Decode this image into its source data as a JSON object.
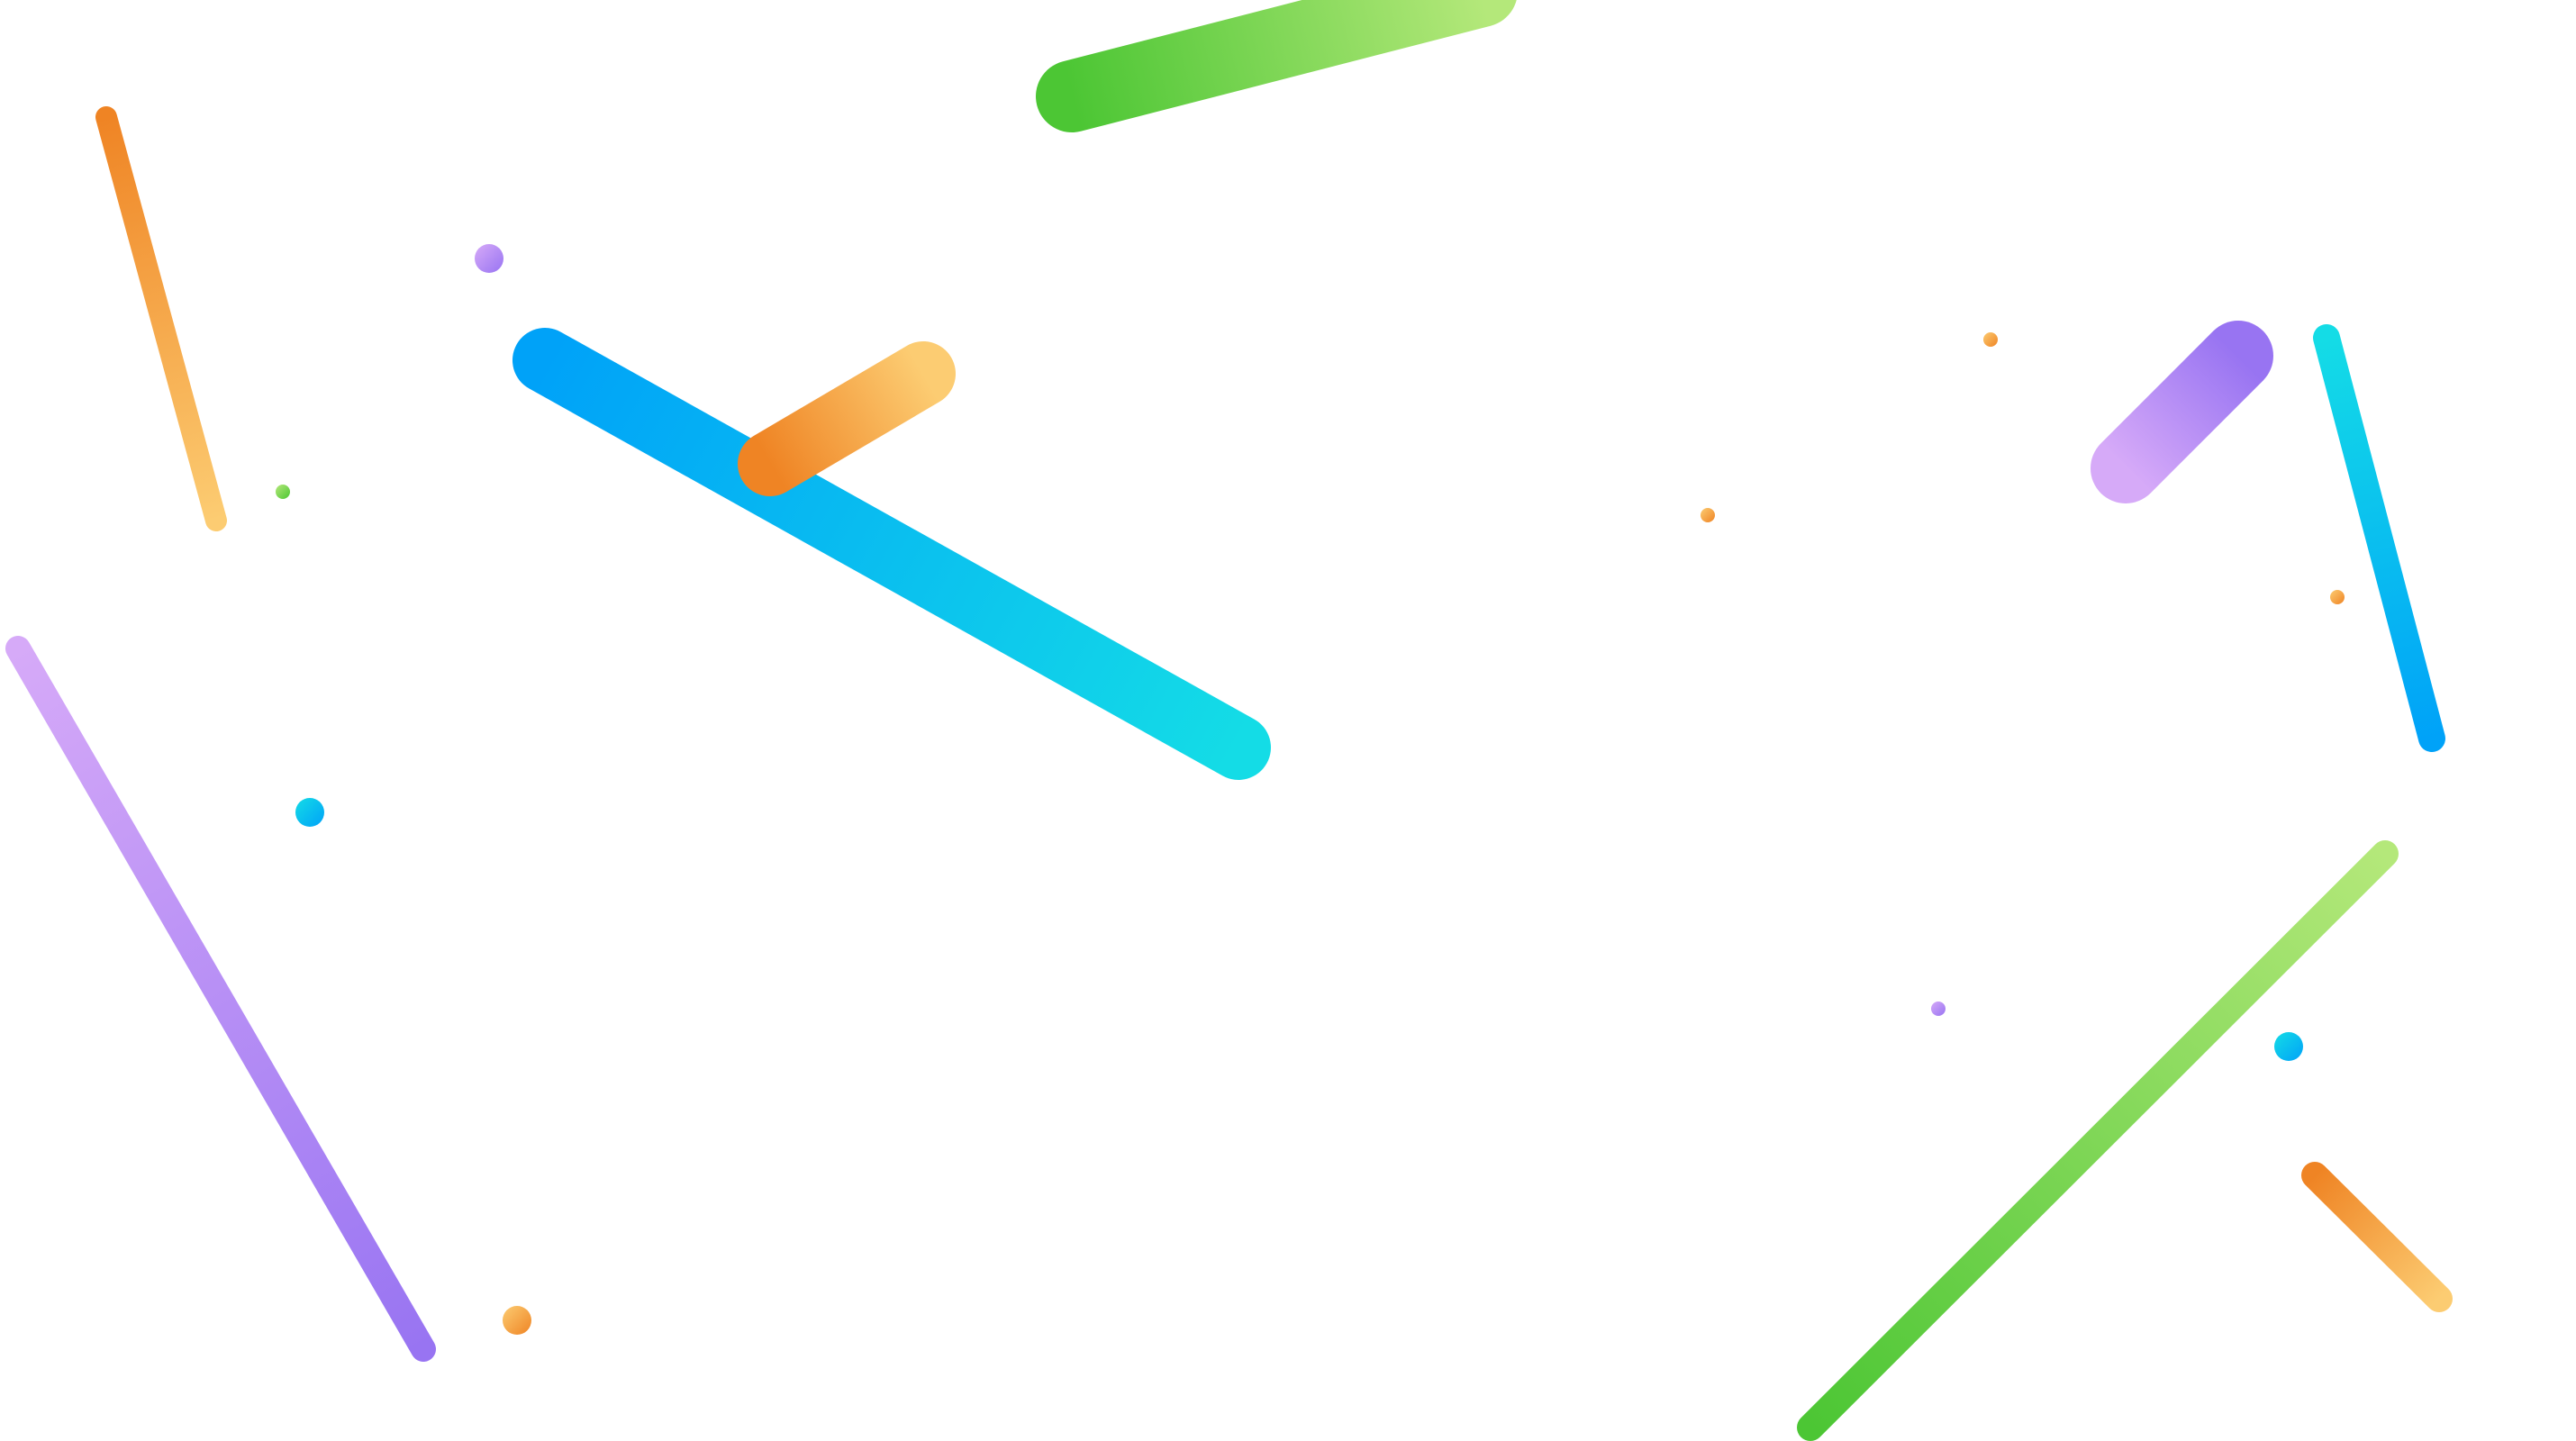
{
  "palette": {
    "orange": [
      "#ef8424",
      "#fccc72"
    ],
    "blue": [
      "#00a2f8",
      "#14dce6"
    ],
    "green": [
      "#4cc634",
      "#b4e87a"
    ],
    "purple": [
      "#9874f2",
      "#d6aaf8"
    ]
  },
  "streaks": [
    {
      "name": "green-streak-top",
      "color": "green"
    },
    {
      "name": "orange-streak-left",
      "color": "orange"
    },
    {
      "name": "blue-streak-center",
      "color": "blue"
    },
    {
      "name": "orange-streak-center",
      "color": "orange"
    },
    {
      "name": "purple-streak-left",
      "color": "purple"
    },
    {
      "name": "purple-streak-right",
      "color": "purple"
    },
    {
      "name": "blue-streak-right",
      "color": "blue"
    },
    {
      "name": "green-streak-right",
      "color": "green"
    },
    {
      "name": "orange-streak-right",
      "color": "orange"
    }
  ],
  "dots": [
    {
      "name": "purple-dot",
      "color": "purple"
    },
    {
      "name": "green-dot",
      "color": "green"
    },
    {
      "name": "blue-dot",
      "color": "blue"
    },
    {
      "name": "orange-dot",
      "color": "orange"
    },
    {
      "name": "orange-dot",
      "color": "orange"
    },
    {
      "name": "orange-dot",
      "color": "orange"
    },
    {
      "name": "orange-dot",
      "color": "orange"
    },
    {
      "name": "purple-dot",
      "color": "purple"
    },
    {
      "name": "blue-dot",
      "color": "blue"
    }
  ]
}
